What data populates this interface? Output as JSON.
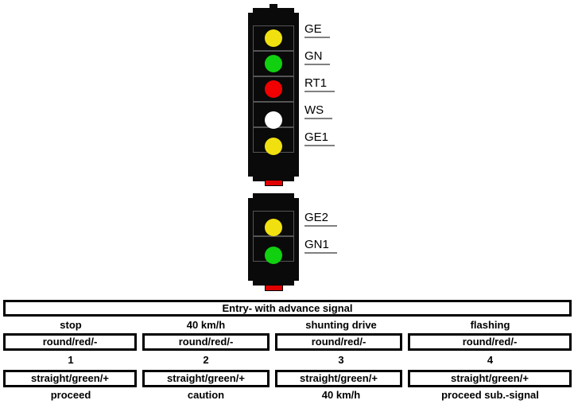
{
  "main_signal": {
    "lamps": [
      {
        "label": "GE",
        "color": "#f0e010"
      },
      {
        "label": "GN",
        "color": "#10d010"
      },
      {
        "label": "RT1",
        "color": "#f00000"
      },
      {
        "label": "WS",
        "color": "#ffffff"
      },
      {
        "label": "GE1",
        "color": "#f0e010"
      }
    ]
  },
  "advance_signal": {
    "lamps": [
      {
        "label": "GE2",
        "color": "#f0e010"
      },
      {
        "label": "GN1",
        "color": "#10d010"
      }
    ]
  },
  "table": {
    "title": "Entry- with advance signal",
    "states_top": [
      "stop",
      "40 km/h",
      "shunting drive",
      "flashing"
    ],
    "main_lamps": [
      "round/red/-",
      "round/red/-",
      "round/red/-",
      "round/red/-"
    ],
    "numbers": [
      "1",
      "2",
      "3",
      "4"
    ],
    "advance_lamps": [
      "straight/green/+",
      "straight/green/+",
      "straight/green/+",
      "straight/green/+"
    ],
    "states_bottom": [
      "proceed",
      "caution",
      "40 km/h",
      "proceed sub.-signal"
    ]
  }
}
